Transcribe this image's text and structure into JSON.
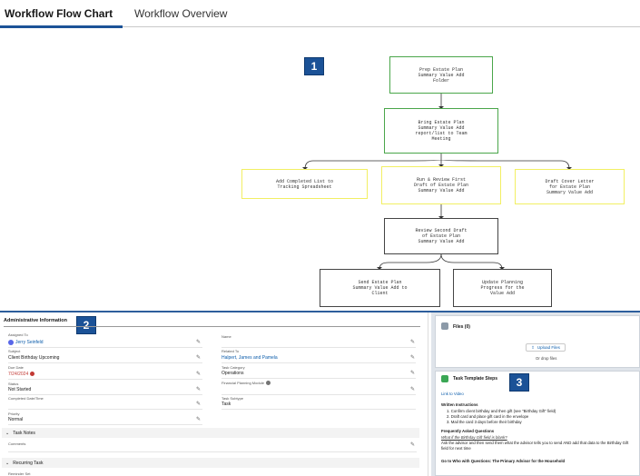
{
  "tabs": {
    "active": "Workflow Flow Chart",
    "inactive": "Workflow Overview"
  },
  "flowchart": {
    "badge": "1",
    "nodes": {
      "prep": "Prep Estate Plan\nSummary Value Add\nFolder",
      "bring": "Bring Estate Plan\nSummary Value Add\nreport/list to Team\nMeeting",
      "add_completed": "Add Completed List to\nTracking Spreadsheet",
      "run_review": "Run & Review First\nDraft of Estate Plan\nSummary Value Add",
      "draft_cover": "Draft Cover Letter\nfor Estate Plan\nSummary Value Add",
      "review_second": "Review Second Draft\nof Estate Plan\nSummary Value Add",
      "send": "Send Estate Plan\nSummary Value Add to\nClient",
      "update": "Update Planning\nProgress for the\nValue Add"
    }
  },
  "admin": {
    "badge": "2",
    "title": "Administrative Information",
    "assigned_to_label": "Assigned To",
    "assigned_to_value": "Jerry Seinfeld",
    "name_label": "Name",
    "subject_label": "Subject",
    "subject_value": "Client Birthday Upcoming",
    "related_to_label": "Related To",
    "related_to_value": "Halpert, James and Pamela",
    "due_date_label": "Due Date",
    "due_date_value": "7/24/2024",
    "task_category_label": "Task Category",
    "task_category_value": "Operations",
    "status_label": "Status",
    "status_value": "Not Started",
    "fpm_label": "Financial Planning Module",
    "completed_label": "Completed Date/Time",
    "task_subtype_label": "Task Subtype",
    "task_subtype_value": "Task",
    "priority_label": "Priority",
    "priority_value": "Normal",
    "task_notes_section": "Task Notes",
    "comments_label": "Comments",
    "recurring_section": "Recurring Task",
    "reminder_label": "Reminder Set"
  },
  "files": {
    "title": "Files (0)",
    "upload_label": "Upload Files",
    "drop_label": "Or drop files"
  },
  "steps": {
    "badge": "3",
    "title": "Task Template Steps",
    "video_link": "Link to Video",
    "written_heading": "Written Instructions",
    "instructions": [
      "1. Confirm client birthday and then gift (see \"Birthday Gift\" field)",
      "2. Draft card and place gift card in the envelope",
      "3. Mail the card 3 days before their birthday"
    ],
    "faq_heading": "Frequently Asked Questions",
    "faq_question": "What if the Birthday Gift field is blank?",
    "faq_answer_1": "Ask the advisor and then send them what the advisor tells you to send AND add that data to the Birthday Gift",
    "faq_answer_2": "field for next time",
    "contact": "Go to Who with Questions: The Primary Advisor for the Household"
  },
  "colors": {
    "accent": "#1b5297",
    "link": "#0b5cab",
    "green_border": "#4aa64a",
    "yellow_border": "#f2ef63",
    "due_red": "#c23934"
  }
}
